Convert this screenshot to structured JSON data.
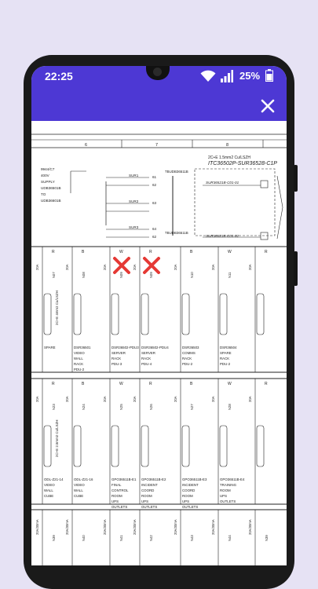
{
  "status_bar": {
    "time": "22:25",
    "battery": "25%"
  },
  "viewer": {
    "close_icon": "close-icon"
  },
  "drawing": {
    "columns": [
      "6",
      "7",
      "8"
    ],
    "top_right_spec": "2C+E 1.5mm2 Cu/LSZH",
    "itc_title": "ITC36502P-SUR36528-C1P",
    "left_box": [
      "9944/C7",
      "400V",
      "SUPPLY",
      "UDB36501B",
      "TO",
      "UDB36601B"
    ],
    "sur_rows": [
      {
        "name": "SUR1",
        "a": "61",
        "b": "62"
      },
      {
        "name": "SUR2",
        "a": "63",
        "b": ""
      },
      {
        "name": "SUR3",
        "a": "64",
        "b": "62"
      }
    ],
    "tbudb_top": "TBUDB36511B",
    "tbudb_bottom": "TBUDB36511B",
    "right_refs": [
      "SUR36521B-C01-01",
      "SUR36521B-C01-02"
    ],
    "row1_circuits": [
      {
        "top": "R",
        "no": "N07",
        "label": "SPARE",
        "crossed": false
      },
      {
        "top": "B",
        "no": "N08",
        "label": "DSR36501 VIDEO WALL RACK PDU-2",
        "crossed": false
      },
      {
        "top": "W",
        "no": "N09",
        "label": "DSR36502-PDU3 SERVER RACK PDU-3",
        "crossed": true
      },
      {
        "top": "R",
        "no": "N09",
        "label": "DSR36502-PDU4 SERVER RACK PDU-4",
        "crossed": true
      },
      {
        "top": "B",
        "no": "N10",
        "label": "DSR36503 COMMS RACK PDU-2",
        "crossed": false
      },
      {
        "top": "W",
        "no": "N11",
        "label": "DSR36504 SPARE RACK PDU-2",
        "crossed": false
      }
    ],
    "row1_cable": "2C+E 4mm2 Cu/LSZH",
    "row2_circuits": [
      {
        "top": "R",
        "no": "N23",
        "label": "ODL-Z21-14 VIDEO WALL CUBE"
      },
      {
        "top": "B",
        "no": "N24",
        "label": "ODL-Z21-16 VIDEO WALL CUBE"
      },
      {
        "top": "W",
        "no": "N25",
        "label": "GPO36511B-E1 FINAL CONTROL ROOM UPS OUTLETS"
      },
      {
        "top": "R",
        "no": "N26",
        "label": "GPO36511B-E2 INCIDENT COORD ROOM UPS OUTLETS"
      },
      {
        "top": "B",
        "no": "N27",
        "label": "GPO36511B-E3 INCIDENT COORD ROOM UPS OUTLETS"
      },
      {
        "top": "W",
        "no": "N28",
        "label": "GPO36511B-E4 TRAINING ROOM UPS OUTLETS"
      }
    ],
    "row2_cable": "2C+E 2.5mm2 Cu/LSZH",
    "row3_nos": [
      "N39",
      "N40",
      "N41",
      "N42",
      "N43",
      "N44"
    ],
    "breaker": "20A",
    "rcbo": "20A/30mA"
  },
  "colors": {
    "accent": "#4d38d4",
    "cross": "#e53935",
    "line": "#222222"
  }
}
